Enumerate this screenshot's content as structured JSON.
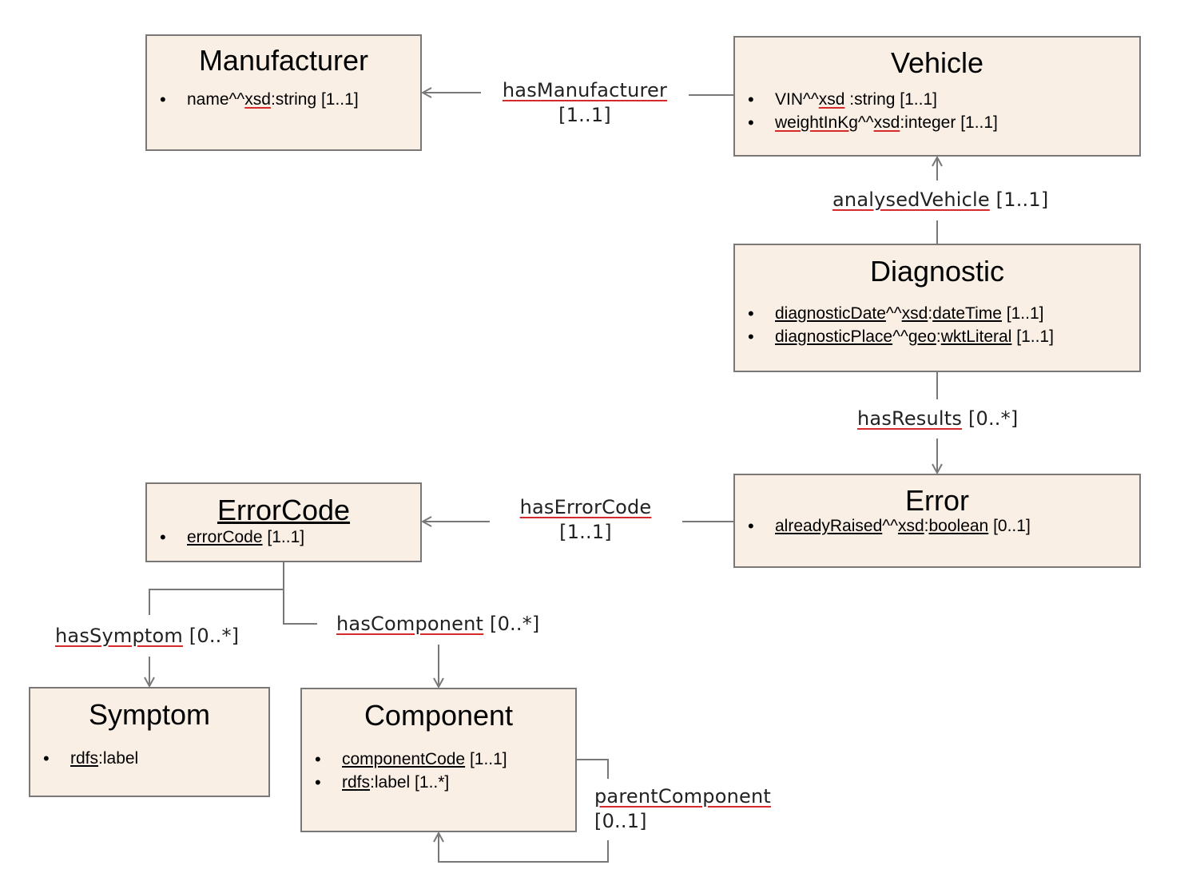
{
  "entities": {
    "manufacturer": {
      "title": "Manufacturer",
      "attrs": [
        "name^^xsd:string [1..1]"
      ]
    },
    "vehicle": {
      "title": "Vehicle",
      "attrs": [
        "VIN^^xsd :string [1..1]",
        "weightInKg^^xsd:integer [1..1]"
      ]
    },
    "diagnostic": {
      "title": "Diagnostic",
      "attrs": [
        "diagnosticDate^^xsd:dateTime [1..1]",
        "diagnosticPlace^^geo:wktLiteral [1..1]"
      ]
    },
    "error": {
      "title": "Error",
      "attrs": [
        "alreadyRaised^^xsd:boolean [0..1]"
      ]
    },
    "errorcode": {
      "title": "ErrorCode",
      "attrs": [
        "errorCode [1..1]"
      ]
    },
    "symptom": {
      "title": "Symptom",
      "attrs": [
        "rdfs:label"
      ]
    },
    "component": {
      "title": "Component",
      "attrs": [
        "componentCode [1..1]",
        "rdfs:label [1..*]"
      ]
    }
  },
  "relations": {
    "hasManufacturer": {
      "name": "hasManufacturer",
      "card": "[1..1]"
    },
    "analysedVehicle": {
      "name": "analysedVehicle",
      "card": "[1..1]"
    },
    "hasResults": {
      "name": "hasResults",
      "card": "[0..*]"
    },
    "hasErrorCode": {
      "name": "hasErrorCode",
      "card": "[1..1]"
    },
    "hasSymptom": {
      "name": "hasSymptom",
      "card": "[0..*]"
    },
    "hasComponent": {
      "name": "hasComponent",
      "card": "[0..*]"
    },
    "parentComponent": {
      "name": "parentComponent",
      "card": "[0..1]"
    }
  },
  "colors": {
    "box_fill": "#faefe5",
    "box_border": "#7a7777",
    "connector": "#7a7777",
    "spellcheck": "#d62a2a"
  }
}
